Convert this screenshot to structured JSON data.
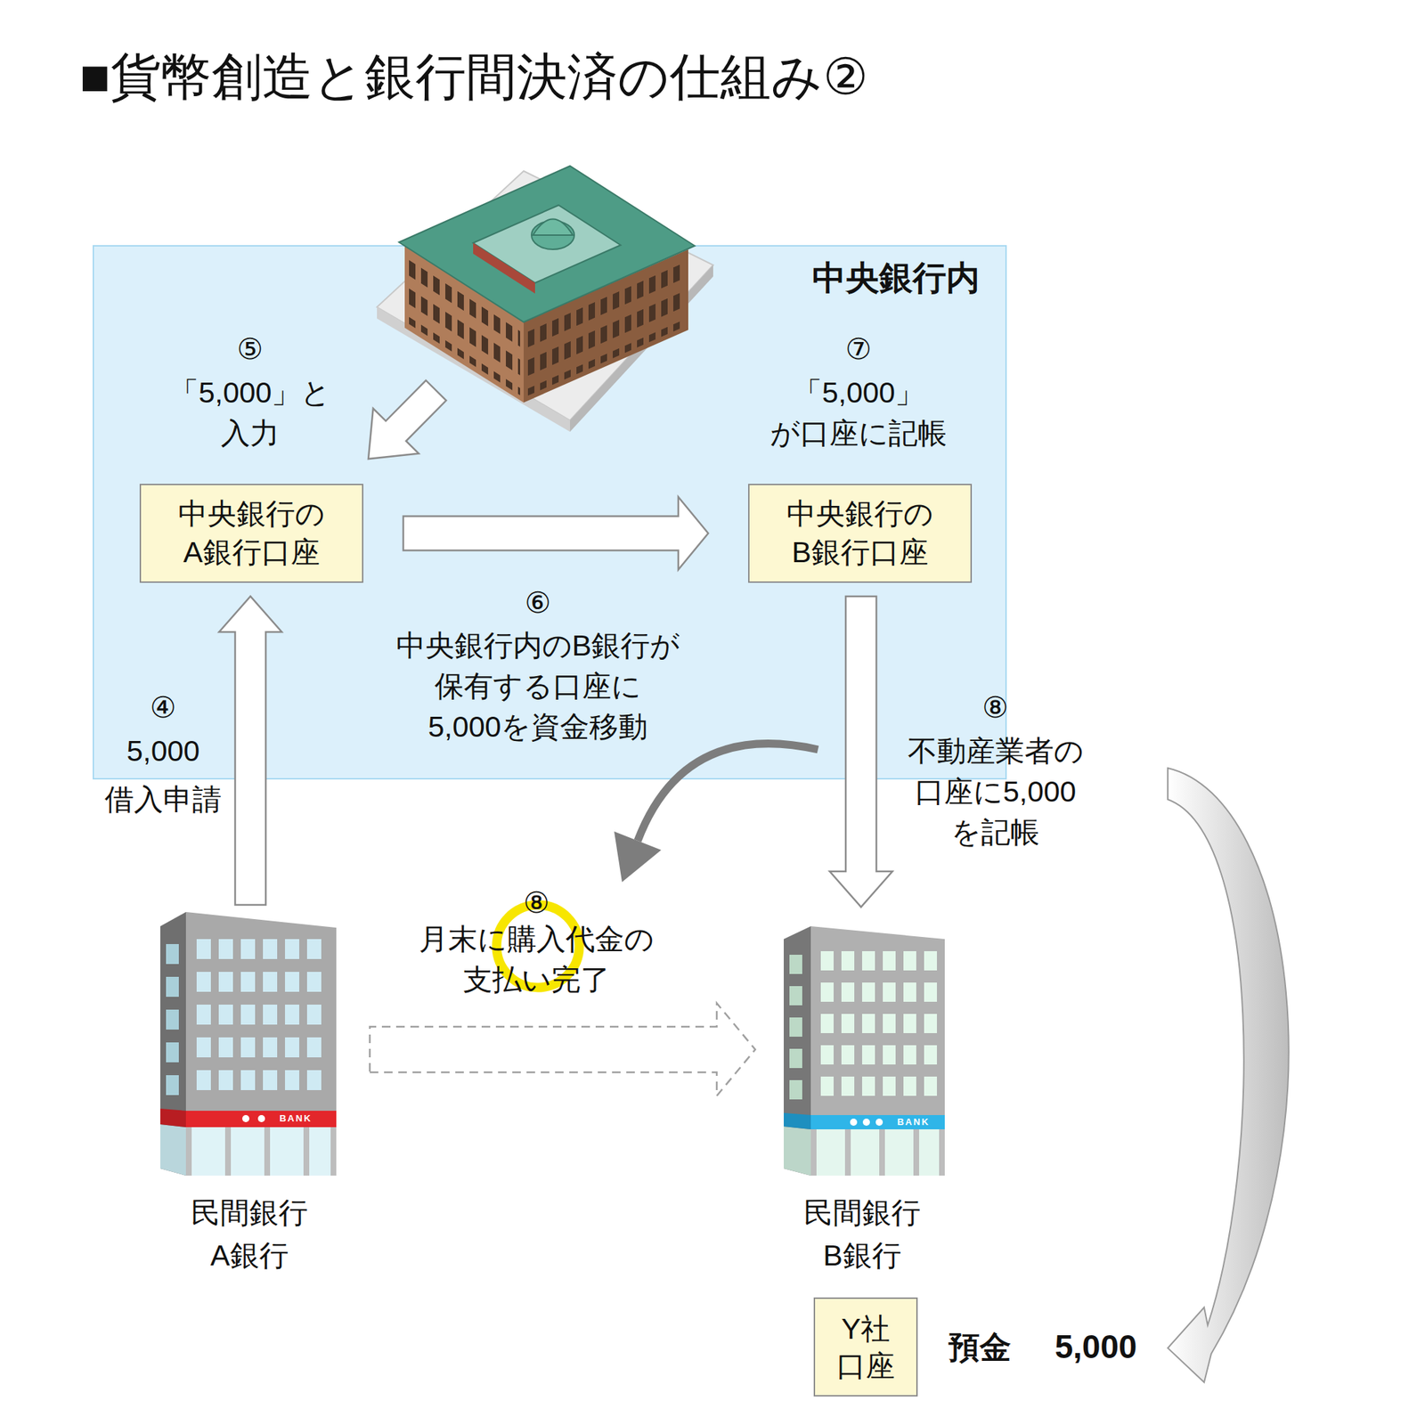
{
  "diagram": {
    "title": "■貨幣創造と銀行間決済の仕組み②",
    "nodes": [
      {
        "text": [
          "中央銀行内"
        ]
      },
      {
        "text": [
          "中央銀行の A銀行口座"
        ],
        "in": 0
      },
      {
        "text": [
          "中央銀行の B銀行口座"
        ],
        "in": 0
      },
      {
        "text": [
          "民間銀行 A銀行"
        ]
      },
      {
        "text": [
          "民間銀行 B銀行"
        ]
      },
      {
        "text": [
          "Y社 口座"
        ]
      }
    ],
    "edges": [
      {
        "from": 3,
        "to": 1,
        "arrow": "to"
      },
      {
        "from": 1,
        "to": 2,
        "arrow": "to"
      },
      {
        "from": 2,
        "to": 4,
        "arrow": "to"
      },
      {
        "from": 3,
        "to": 4,
        "arrow": "to"
      }
    ],
    "labels": [
      "⑤",
      "「5,000」と 入力",
      "⑦",
      "「5,000」 が口座に記帳",
      "⑥",
      "中央銀行内のB銀行が 保有する口座に 5,000を資金移動",
      "④",
      "5,000 借入申請",
      "⑧",
      "不動産業者の 口座に5,000 を記帳",
      "⑧",
      "月末に購入代金の 支払い完了",
      "BANK",
      "BANK",
      "預金",
      "5,000"
    ]
  }
}
